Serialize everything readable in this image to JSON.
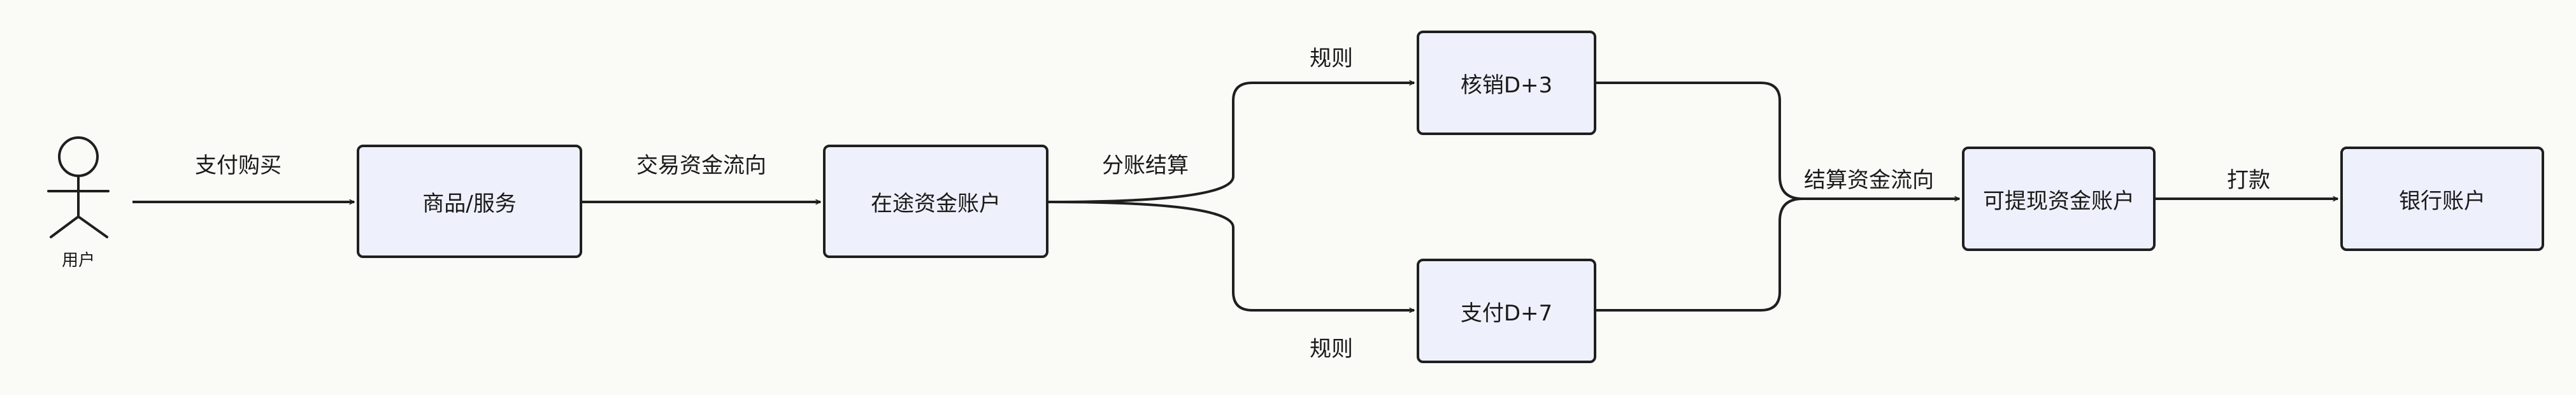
{
  "actor": {
    "label": "用户"
  },
  "nodes": {
    "goods": "商品/服务",
    "transit": "在途资金账户",
    "writeoff": "核销D+3",
    "pay": "支付D+7",
    "withdrawable": "可提现资金账户",
    "bank": "银行账户"
  },
  "edges": {
    "buy": "支付购买",
    "trade_flow": "交易资金流向",
    "split": "分账结算",
    "rule_top": "规则",
    "rule_bottom": "规则",
    "settle_flow": "结算资金流向",
    "payout": "打款"
  }
}
